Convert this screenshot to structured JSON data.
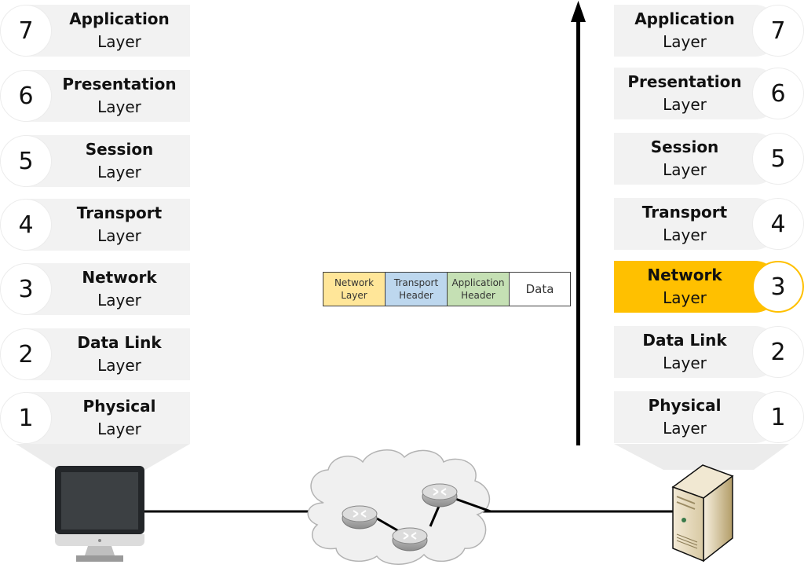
{
  "diagram": {
    "title": "OSI Model - Network Layer Decapsulation",
    "colors": {
      "layer_bg": "#f2f2f2",
      "highlight": "#ffc000",
      "network_seg": "#ffe699",
      "transport_seg": "#bdd7ee",
      "application_seg": "#c5e0b4",
      "data_seg": "#ffffff"
    },
    "left_stack": {
      "device": "desktop-computer",
      "layers": [
        {
          "number": "7",
          "name": "Application",
          "sub": "Layer"
        },
        {
          "number": "6",
          "name": "Presentation",
          "sub": "Layer"
        },
        {
          "number": "5",
          "name": "Session",
          "sub": "Layer"
        },
        {
          "number": "4",
          "name": "Transport",
          "sub": "Layer"
        },
        {
          "number": "3",
          "name": "Network",
          "sub": "Layer"
        },
        {
          "number": "2",
          "name": "Data Link",
          "sub": "Layer"
        },
        {
          "number": "1",
          "name": "Physical",
          "sub": "Layer"
        }
      ]
    },
    "right_stack": {
      "device": "server",
      "active_layer": "3",
      "layers": [
        {
          "number": "7",
          "name": "Application",
          "sub": "Layer"
        },
        {
          "number": "6",
          "name": "Presentation",
          "sub": "Layer"
        },
        {
          "number": "5",
          "name": "Session",
          "sub": "Layer"
        },
        {
          "number": "4",
          "name": "Transport",
          "sub": "Layer"
        },
        {
          "number": "3",
          "name": "Network",
          "sub": "Layer"
        },
        {
          "number": "2",
          "name": "Data Link",
          "sub": "Layer"
        },
        {
          "number": "1",
          "name": "Physical",
          "sub": "Layer"
        }
      ]
    },
    "packet": {
      "segments": [
        {
          "line1": "Network",
          "line2": "Layer",
          "color": "#ffe699"
        },
        {
          "line1": "Transport",
          "line2": "Header",
          "color": "#bdd7ee"
        },
        {
          "line1": "Application",
          "line2": "Header",
          "color": "#c5e0b4"
        },
        {
          "line1": "Data",
          "line2": "",
          "color": "#ffffff"
        }
      ]
    },
    "network": {
      "cloud": "network-cloud",
      "routers": 3,
      "arrow_direction": "up"
    }
  }
}
